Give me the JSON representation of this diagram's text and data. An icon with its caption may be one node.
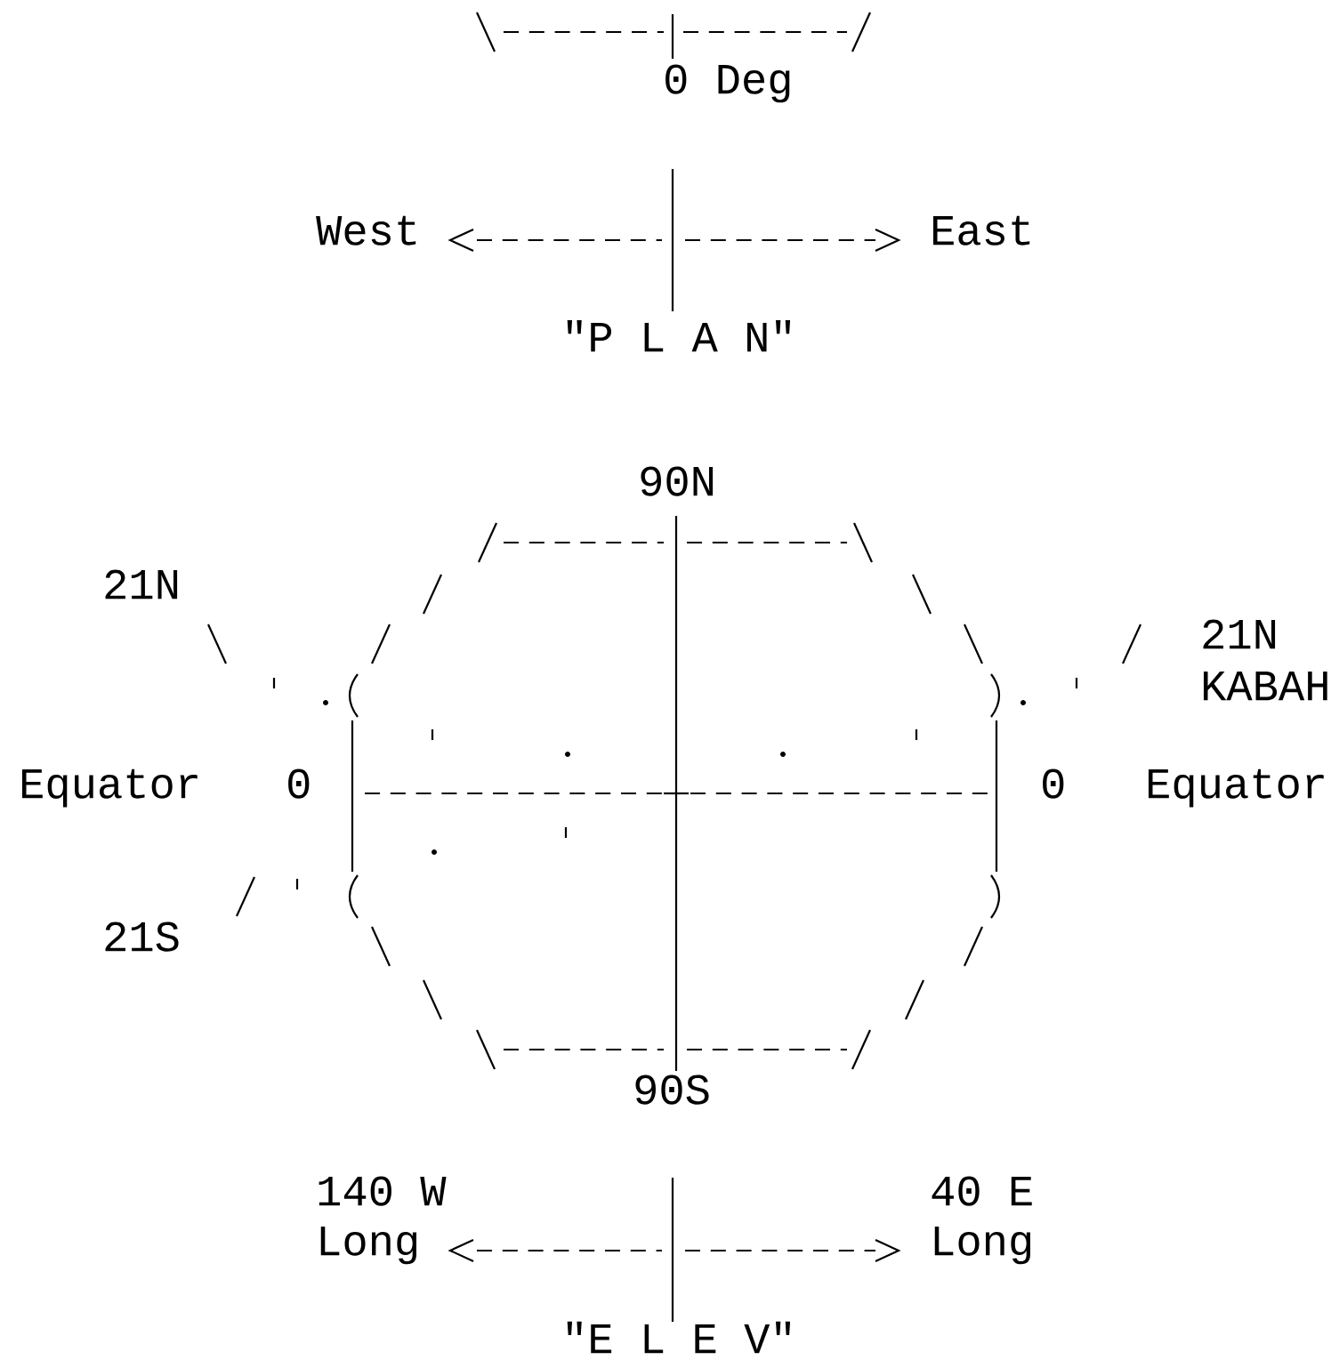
{
  "diagram": {
    "labels": [
      "0 Deg",
      "West",
      "East",
      "\"P L A N\"",
      "90N",
      "21N",
      "21N",
      "KABAH",
      "Equator",
      "0",
      "0",
      "Equator",
      "21S",
      "90S",
      "140 W",
      "40 E",
      "Long",
      "Long",
      "\"E L E V\""
    ]
  }
}
